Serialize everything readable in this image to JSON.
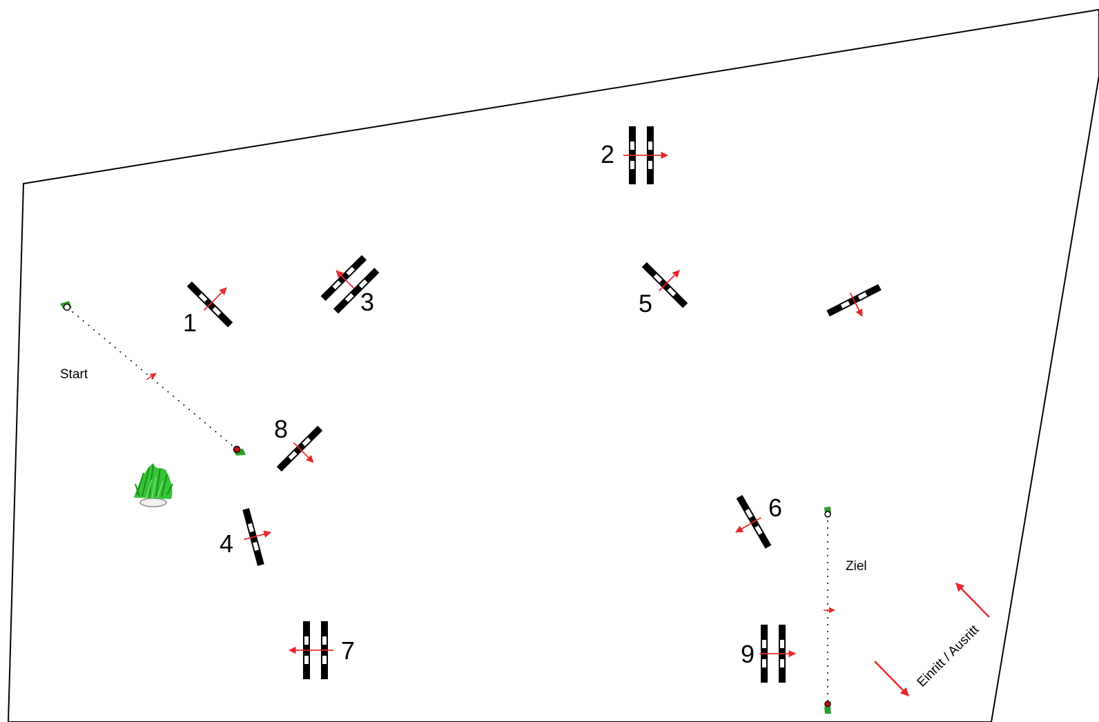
{
  "course": {
    "labels": {
      "start": "Start",
      "finish": "Ziel",
      "entrance": "Einritt / Ausritt"
    },
    "obstacles": [
      {
        "number": "1",
        "kind": "single"
      },
      {
        "number": "2",
        "kind": "oxer"
      },
      {
        "number": "3",
        "kind": "oxer"
      },
      {
        "number": "4",
        "kind": "single"
      },
      {
        "number": "5",
        "kind": "single"
      },
      {
        "number": "",
        "kind": "single"
      },
      {
        "number": "6",
        "kind": "single"
      },
      {
        "number": "7",
        "kind": "oxer"
      },
      {
        "number": "8",
        "kind": "single"
      },
      {
        "number": "9",
        "kind": "oxer"
      }
    ],
    "decoration": "plant-icon"
  },
  "colors": {
    "arena_line": "#000000",
    "rail": "#000000",
    "rail_stripe": "#ffffff",
    "direction_arrow": "#e8282c",
    "flag_green": "#2e9b2e",
    "flag_red": "#cc1111"
  }
}
